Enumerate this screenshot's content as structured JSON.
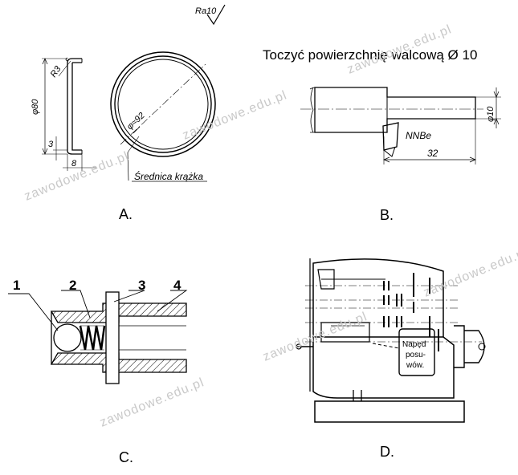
{
  "panel_a": {
    "caption": "A.",
    "roughness": "Ra10",
    "radius": "R3",
    "diameter_80": "φ80",
    "dim_3": "3",
    "dim_8": "8",
    "disc_diameter": "φ≈92",
    "disc_label": "Średnica krążka"
  },
  "panel_b": {
    "caption": "B.",
    "instruction": "Toczyć powierzchnię walcową Ø 10",
    "diameter": "φ10",
    "tool": "NNBe",
    "length": "32"
  },
  "panel_c": {
    "caption": "C.",
    "labels": [
      "1",
      "2",
      "3",
      "4"
    ]
  },
  "panel_d": {
    "caption": "D.",
    "box_label_lines": [
      "Napęd",
      "posu-",
      "wów."
    ]
  },
  "watermark": "zawodowe.edu.pl"
}
